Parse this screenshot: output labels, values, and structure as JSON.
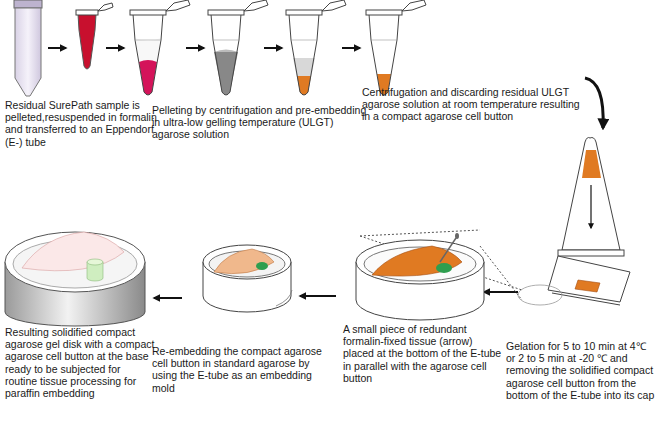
{
  "diagram": {
    "labels": [
      "Residual SurePath sample is pelleted,resuspended in formalin and transferred to an Eppendorf (E-) tube",
      "Pelleting by centrifugation and pre-embedding in ultra-low gelling temperature (ULGT) agarose solution",
      "Centrifugation and discarding residual ULGT agarose solution at room temperature resulting in a compact agarose cell button",
      "Gelation for 5 to 10 min at 4℃ or 2 to 5 min at -20 ℃ and removing the solidified compact agarose cell button from the bottom of the E-tube into its cap",
      "A small piece of redundant formalin-fixed tissue (arrow) placed at the bottom of the E-tube in parallel with the agarose cell button",
      "Re-embedding the compact agarose cell button in standard agarose by using the E-tube as an embedding mold",
      "Resulting solidified compact agarose gel disk with a compact agarose cell button at the base ready to be subjected for routine tissue processing for paraffin embedding"
    ]
  }
}
